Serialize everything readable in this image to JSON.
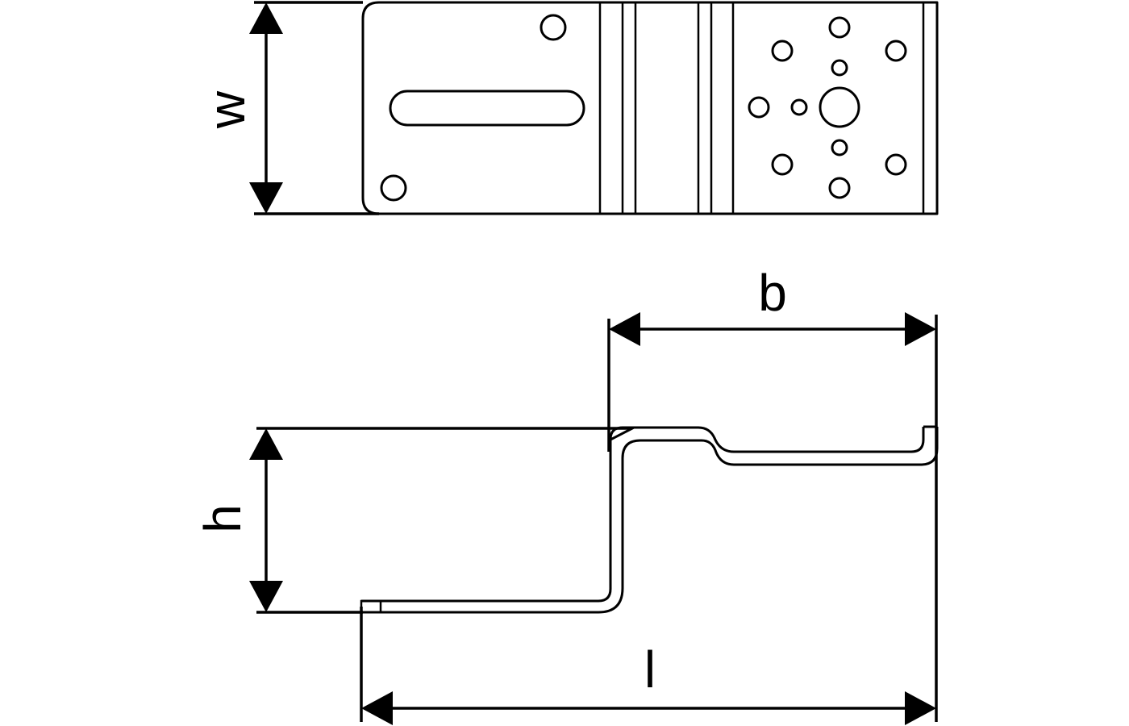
{
  "diagram": {
    "labels": {
      "w": "w",
      "b": "b",
      "h": "h",
      "l": "l"
    }
  }
}
